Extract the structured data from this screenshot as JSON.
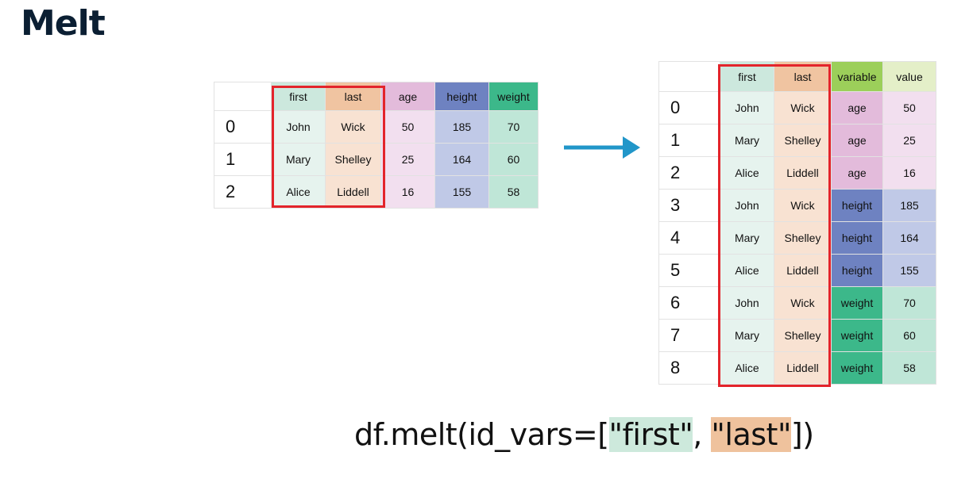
{
  "title": "Melt",
  "colors": {
    "first": "#cce8dd",
    "last": "#f0c4a1",
    "age": "#e3bbdb",
    "height": "#6e82c1",
    "weight": "#3cb88a",
    "variable": "#9ccf5a",
    "value": "#e4efc8",
    "highlight_box": "#e3242b",
    "arrow": "#2196c9"
  },
  "left_table": {
    "headers": [
      "first",
      "last",
      "age",
      "height",
      "weight"
    ],
    "rows": [
      {
        "index": "0",
        "first": "John",
        "last": "Wick",
        "age": "50",
        "height": "185",
        "weight": "70"
      },
      {
        "index": "1",
        "first": "Mary",
        "last": "Shelley",
        "age": "25",
        "height": "164",
        "weight": "60"
      },
      {
        "index": "2",
        "first": "Alice",
        "last": "Liddell",
        "age": "16",
        "height": "155",
        "weight": "58"
      }
    ]
  },
  "right_table": {
    "headers": [
      "first",
      "last",
      "variable",
      "value"
    ],
    "rows": [
      {
        "index": "0",
        "first": "John",
        "last": "Wick",
        "variable": "age",
        "value": "50"
      },
      {
        "index": "1",
        "first": "Mary",
        "last": "Shelley",
        "variable": "age",
        "value": "25"
      },
      {
        "index": "2",
        "first": "Alice",
        "last": "Liddell",
        "variable": "age",
        "value": "16"
      },
      {
        "index": "3",
        "first": "John",
        "last": "Wick",
        "variable": "height",
        "value": "185"
      },
      {
        "index": "4",
        "first": "Mary",
        "last": "Shelley",
        "variable": "height",
        "value": "164"
      },
      {
        "index": "5",
        "first": "Alice",
        "last": "Liddell",
        "variable": "height",
        "value": "155"
      },
      {
        "index": "6",
        "first": "John",
        "last": "Wick",
        "variable": "weight",
        "value": "70"
      },
      {
        "index": "7",
        "first": "Mary",
        "last": "Shelley",
        "variable": "weight",
        "value": "60"
      },
      {
        "index": "8",
        "first": "Alice",
        "last": "Liddell",
        "variable": "weight",
        "value": "58"
      }
    ]
  },
  "code": {
    "prefix": "df.melt(id_vars=[",
    "arg_first": "\"first\"",
    "separator": ", ",
    "arg_last": "\"last\"",
    "suffix": "])"
  }
}
